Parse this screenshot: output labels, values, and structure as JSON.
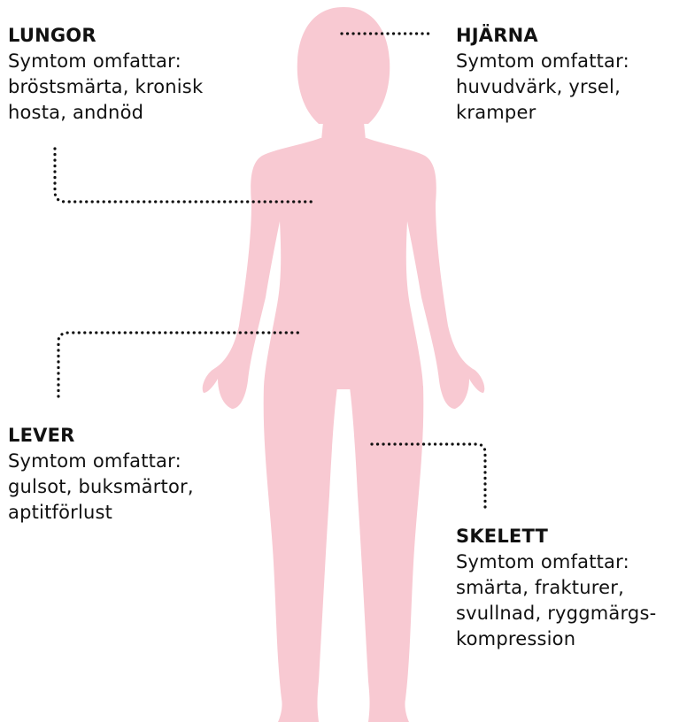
{
  "colors": {
    "silhouette": "#f8c9d2",
    "leader": "#111111",
    "text": "#111111"
  },
  "figure_icon": "female-body-silhouette-icon",
  "callouts": {
    "lungor": {
      "title": "LUNGOR",
      "lines": [
        "Symtom omfattar:",
        "bröstsmärta, kronisk",
        "hosta, andnöd"
      ]
    },
    "hjarna": {
      "title": "HJÄRNA",
      "lines": [
        "Symtom omfattar:",
        "huvudvärk, yrsel,",
        "kramper"
      ]
    },
    "lever": {
      "title": "LEVER",
      "lines": [
        "Symtom omfattar:",
        "gulsot, buksmärtor,",
        "aptitförlust"
      ]
    },
    "skelett": {
      "title": "SKELETT",
      "lines": [
        "Symtom omfattar:",
        "smärta, frakturer,",
        "svullnad, ryggmärgs-",
        "kompression"
      ]
    }
  }
}
